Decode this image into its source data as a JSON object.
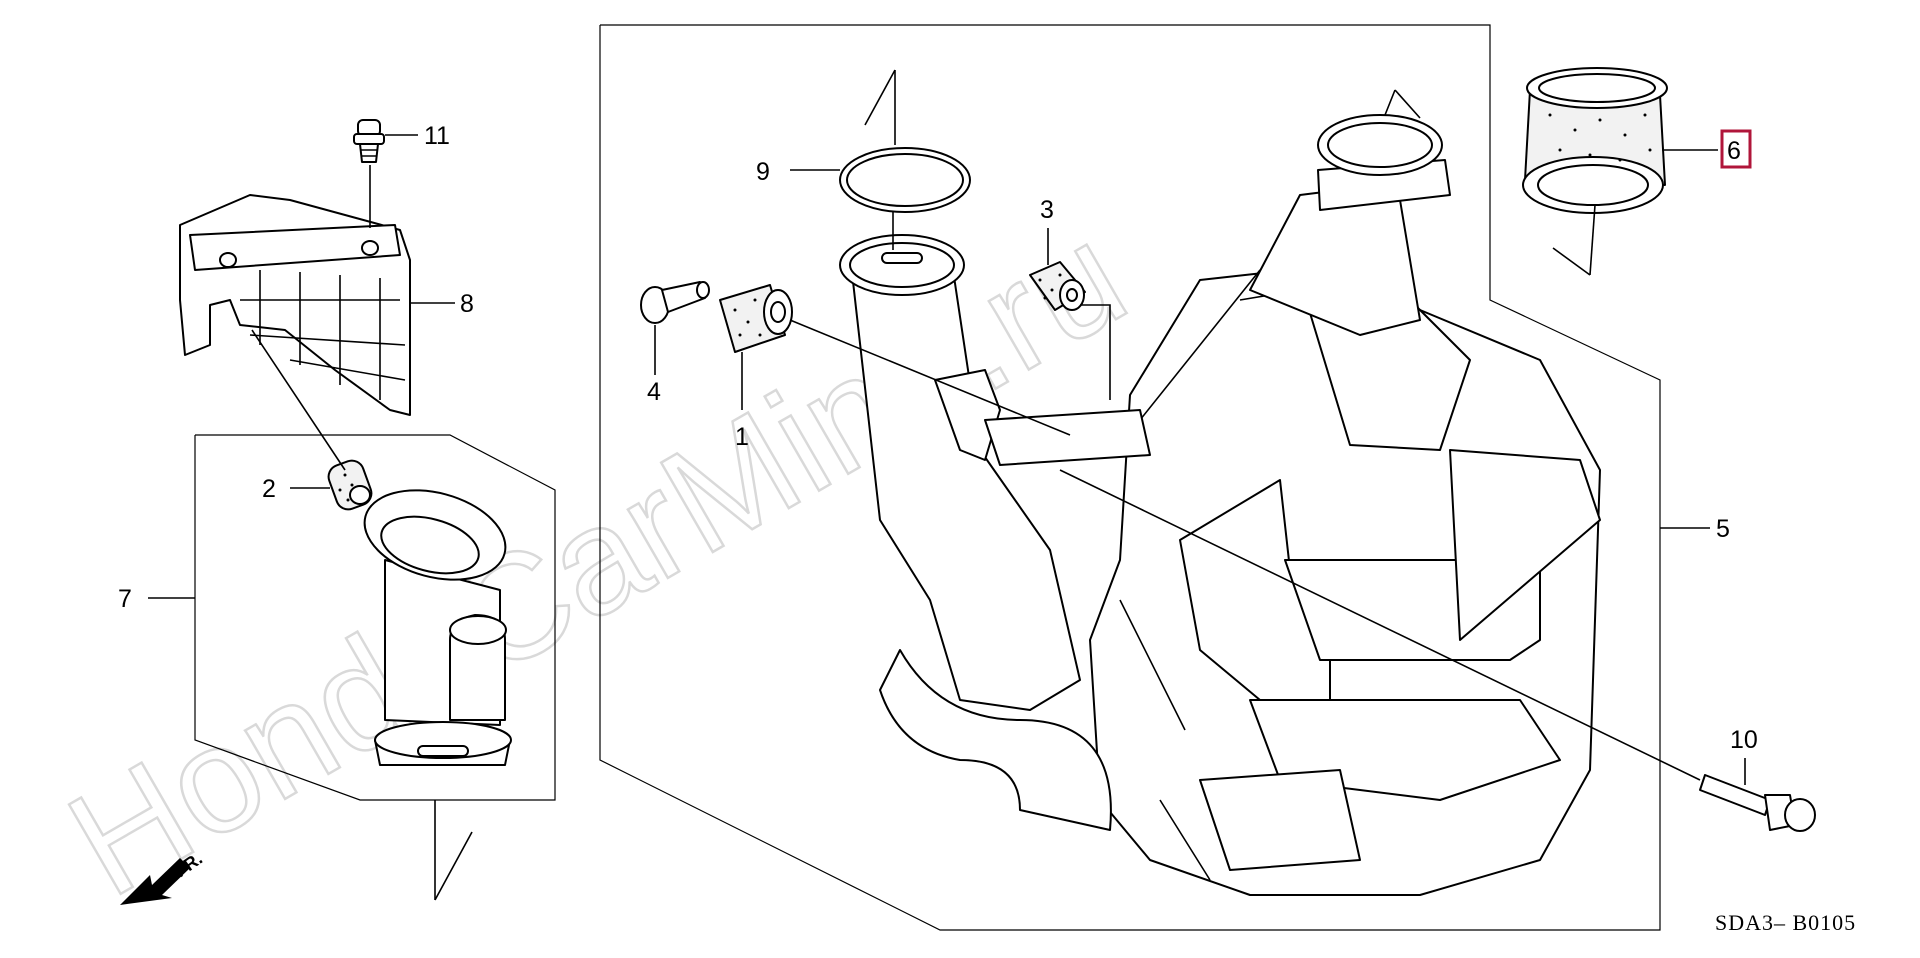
{
  "diagram": {
    "watermark": "HondaCarMine.ru",
    "code": "SDA3–  B0105",
    "front_marker": "FR.",
    "highlighted_part": "6",
    "highlight_color": "#b0153a",
    "callouts": [
      {
        "id": "11",
        "label": "11"
      },
      {
        "id": "8",
        "label": "8"
      },
      {
        "id": "2",
        "label": "2"
      },
      {
        "id": "7",
        "label": "7"
      },
      {
        "id": "9",
        "label": "9"
      },
      {
        "id": "4",
        "label": "4"
      },
      {
        "id": "1",
        "label": "1"
      },
      {
        "id": "3",
        "label": "3"
      },
      {
        "id": "5",
        "label": "5"
      },
      {
        "id": "6",
        "label": "6"
      },
      {
        "id": "10",
        "label": "10"
      }
    ]
  }
}
